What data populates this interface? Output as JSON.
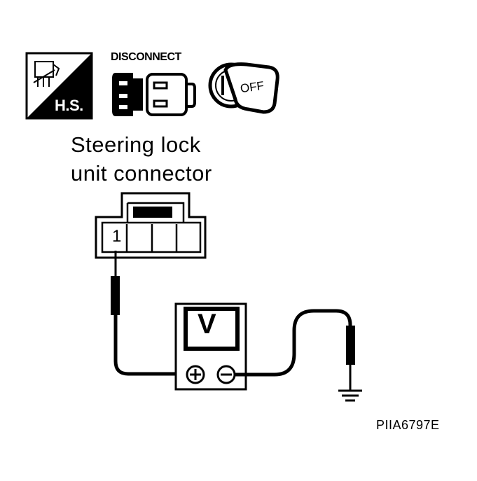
{
  "icons": {
    "hs_label": "H.S.",
    "disconnect_label": "DISCONNECT",
    "ignition_label": "OFF"
  },
  "caption": {
    "line1": "Steering lock",
    "line2": "unit connector"
  },
  "connector": {
    "pin_label": "1"
  },
  "meter": {
    "label": "V"
  },
  "figure_id": "PIIA6797E"
}
